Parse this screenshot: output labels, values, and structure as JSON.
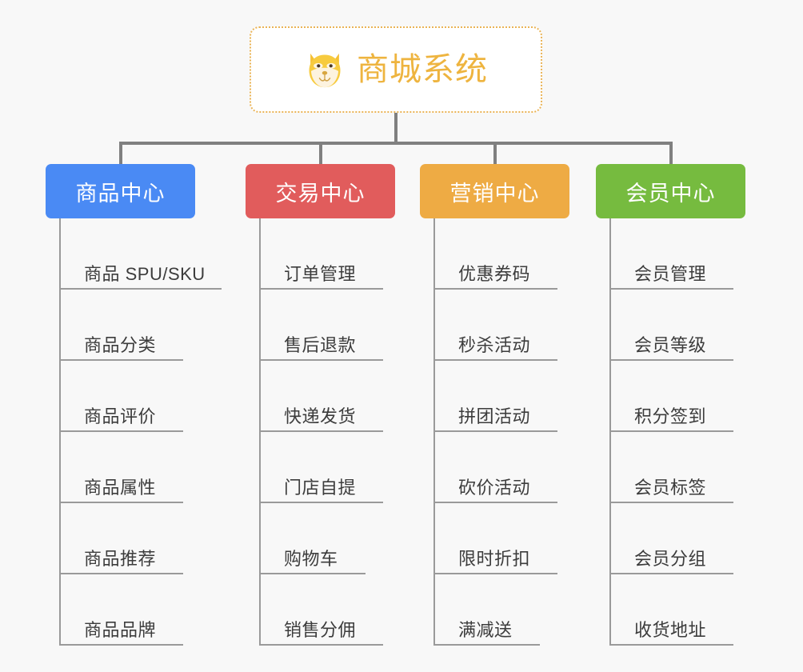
{
  "canvas": {
    "background_color": "#f8f8f8",
    "connector_color": "#808080",
    "leaf_line_color": "#9a9a9a",
    "leaf_text_color": "#3c3c3c"
  },
  "root": {
    "title": "商城系统",
    "icon": "shiba-dog-face-emoji",
    "text_color": "#eeb43f",
    "border_color": "#eab355",
    "background_color": "#ffffff"
  },
  "branches": [
    {
      "label": "商品中心",
      "color": "#4a8af4",
      "items": [
        "商品 SPU/SKU",
        "商品分类",
        "商品评价",
        "商品属性",
        "商品推荐",
        "商品品牌"
      ]
    },
    {
      "label": "交易中心",
      "color": "#e15c5c",
      "items": [
        "订单管理",
        "售后退款",
        "快递发货",
        "门店自提",
        "购物车",
        "销售分佣"
      ]
    },
    {
      "label": "营销中心",
      "color": "#eeab44",
      "items": [
        "优惠券码",
        "秒杀活动",
        "拼团活动",
        "砍价活动",
        "限时折扣",
        "满减送"
      ]
    },
    {
      "label": "会员中心",
      "color": "#76bb3f",
      "items": [
        "会员管理",
        "会员等级",
        "积分签到",
        "会员标签",
        "会员分组",
        "收货地址"
      ]
    }
  ]
}
